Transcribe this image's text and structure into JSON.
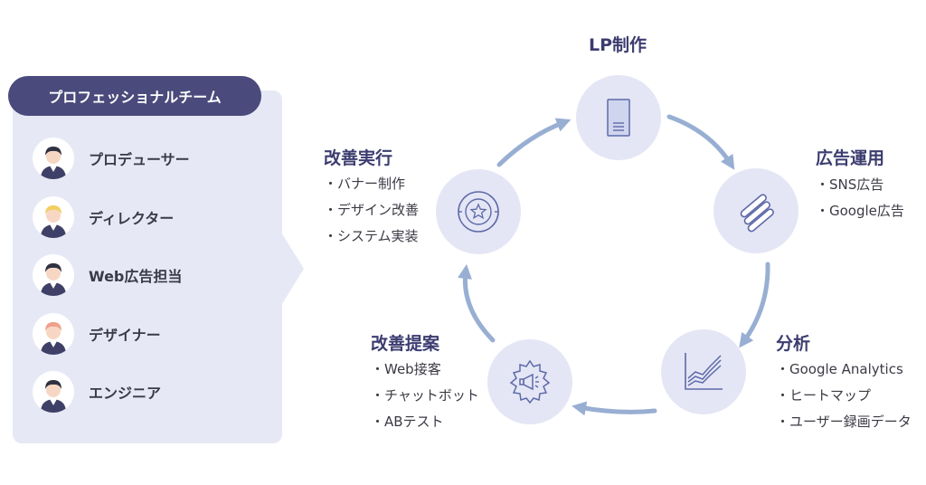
{
  "team": {
    "title": "プロフェッショナルチーム",
    "members": [
      {
        "label": "プロデューサー",
        "icon": "producer-avatar-icon",
        "hair": "#2f3140"
      },
      {
        "label": "ディレクター",
        "icon": "director-avatar-icon",
        "hair": "#f1cf62"
      },
      {
        "label": "Web広告担当",
        "icon": "web-ad-manager-avatar-icon",
        "hair": "#2f3140"
      },
      {
        "label": "デザイナー",
        "icon": "designer-avatar-icon",
        "hair": "#ef9f8a"
      },
      {
        "label": "エンジニア",
        "icon": "engineer-avatar-icon",
        "hair": "#2f3140"
      }
    ]
  },
  "cycle": {
    "steps": [
      {
        "title": "LP制作",
        "icon": "lp-document-icon",
        "items": []
      },
      {
        "title": "広告運用",
        "icon": "ad-operation-icon",
        "items": [
          "・SNS広告",
          "・Google広告"
        ]
      },
      {
        "title": "分析",
        "icon": "analytics-chart-icon",
        "items": [
          "・Google Analytics",
          "・ヒートマップ",
          "・ユーザー録画データ"
        ]
      },
      {
        "title": "改善提案",
        "icon": "megaphone-gear-icon",
        "items": [
          "・Web接客",
          "・チャットボット",
          "・ABテスト"
        ]
      },
      {
        "title": "改善実行",
        "icon": "star-badge-icon",
        "items": [
          "・バナー制作",
          "・デザイン改善",
          "・システム実装"
        ]
      }
    ]
  },
  "colors": {
    "navy": "#4a4a7c",
    "panel": "#e6e8f5",
    "circle": "#e4e6f5",
    "arrow": "#98afd3",
    "icon_stroke": "#5e6aa8"
  }
}
